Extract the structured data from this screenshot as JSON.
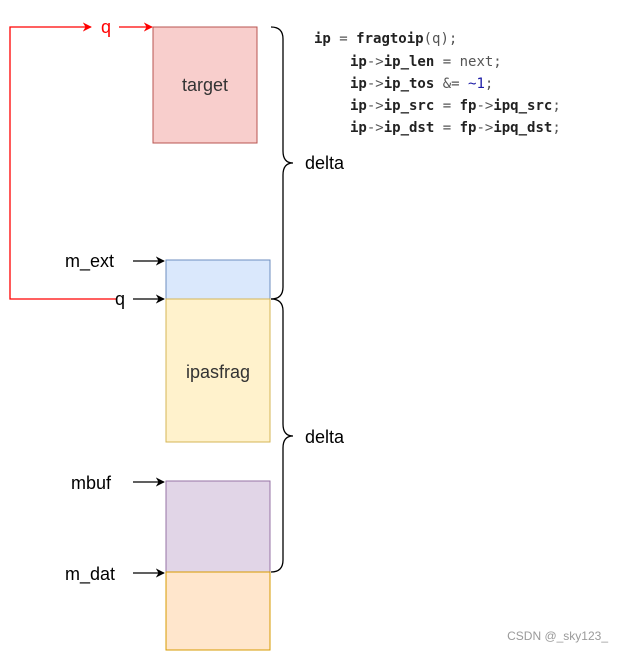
{
  "boxes": {
    "target": {
      "label": "target",
      "fill": "#f8cecc",
      "stroke": "#b85450"
    },
    "m_ext_block": {
      "label": "",
      "fill": "#dae8fc",
      "stroke": "#6c8ebf"
    },
    "ipasfrag": {
      "label": "ipasfrag",
      "fill": "#fff2cc",
      "stroke": "#d6b656"
    },
    "mbuf_block": {
      "label": "",
      "fill": "#e1d5e7",
      "stroke": "#9673a6"
    },
    "m_dat_block": {
      "label": "",
      "fill": "#ffe6cc",
      "stroke": "#d79b00"
    }
  },
  "pointers": {
    "q_top": "q",
    "m_ext": "m_ext",
    "q_bottom": "q",
    "mbuf": "mbuf",
    "m_dat": "m_dat"
  },
  "braces": {
    "upper": "delta",
    "lower": "delta"
  },
  "code": {
    "line1": {
      "a": "ip",
      "b": " = ",
      "c": "fragtoip",
      "d": "(q);"
    },
    "line2": {
      "a": "ip",
      "b": "->",
      "c": "ip_len",
      "d": " = next;"
    },
    "line3": {
      "a": "ip",
      "b": "->",
      "c": "ip_tos",
      "d": " &= ",
      "e": "~1",
      "f": ";"
    },
    "line4": {
      "a": "ip",
      "b": "->",
      "c": "ip_src",
      "d": " = ",
      "e": "fp",
      "f": "->",
      "g": "ipq_src",
      "h": ";"
    },
    "line5": {
      "a": "ip",
      "b": "->",
      "c": "ip_dst",
      "d": " = ",
      "e": "fp",
      "f": "->",
      "g": "ipq_dst",
      "h": ";"
    }
  },
  "colors": {
    "red_pointer": "#ff0000",
    "black_pointer": "#000000"
  },
  "watermark": "CSDN @_sky123_"
}
